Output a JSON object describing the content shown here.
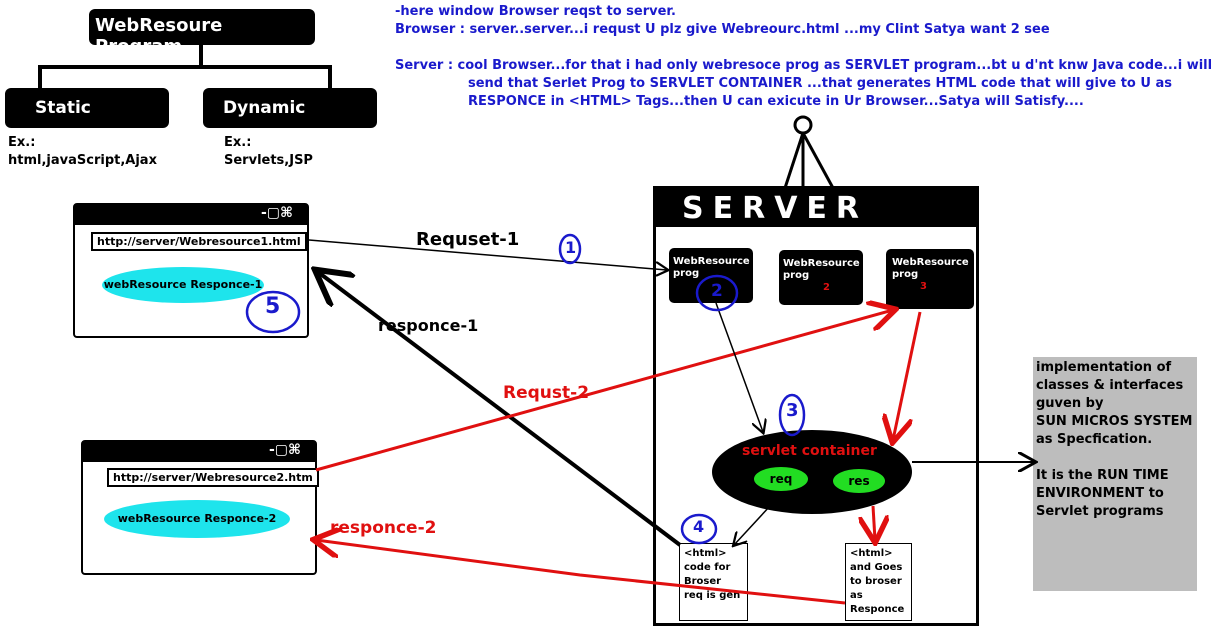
{
  "top": {
    "title": "WebResoure Program",
    "static_label": "Static",
    "dynamic_label": "Dynamic",
    "static_ex1": "Ex.:",
    "static_ex2": "html,javaScript,Ajax",
    "dynamic_ex1": "Ex.:",
    "dynamic_ex2": "Servlets,JSP"
  },
  "notes": {
    "line1": "-here window Browser reqst to server.",
    "line2": "Browser : server..server...i requst U plz give Webreourc.html ...my Clint Satya want 2 see",
    "line3": "Server  : cool Browser...for that i had only webresoce prog as SERVLET program...bt u d'nt knw Java code...i will",
    "line4": "send that Serlet Prog to SERVLET CONTAINER ...that generates HTML code that will give to U as",
    "line5": "RESPONCE in <HTML> Tags...then U can exicute in Ur Browser...Satya will Satisfy...."
  },
  "windows": [
    {
      "controls": "-▢⌘",
      "url": "http://server/Webresource1.html",
      "response": "webResource Responce-1"
    },
    {
      "controls": "-▢⌘",
      "url": "http://server/Webresource2.htm",
      "response": "webResource Responce-2"
    }
  ],
  "server": {
    "title": "SERVER",
    "progs": [
      {
        "label": "WebResource prog",
        "num": ""
      },
      {
        "label": "WebResource prog",
        "num": "2"
      },
      {
        "label": "WebResource prog",
        "num": "3"
      }
    ],
    "container_label": "servlet container",
    "req_label": "req",
    "res_label": "res",
    "html_box1": [
      "<html>",
      "code for",
      "Broser",
      "req is gen"
    ],
    "html_box2": [
      "<html>",
      "and Goes",
      "to broser",
      "as Responce"
    ]
  },
  "arrows": {
    "request1": "Requset-1",
    "response1": "responce-1",
    "request2": "Requst-2",
    "response2": "responce-2"
  },
  "steps": [
    "1",
    "2",
    "3",
    "4",
    "5"
  ],
  "side_note": {
    "lines": [
      "implementation of",
      "classes & interfaces",
      "guven by",
      "SUN MICROS SYSTEM",
      "as Specfication.",
      "",
      "It is the RUN TIME",
      "ENVIRONMENT to",
      "Servlet programs"
    ]
  },
  "colors": {
    "red": "#e01010",
    "blue": "#1a1acc",
    "cyan": "#1ee4ec",
    "green": "#22dd22",
    "gray": "#bdbdbd"
  }
}
